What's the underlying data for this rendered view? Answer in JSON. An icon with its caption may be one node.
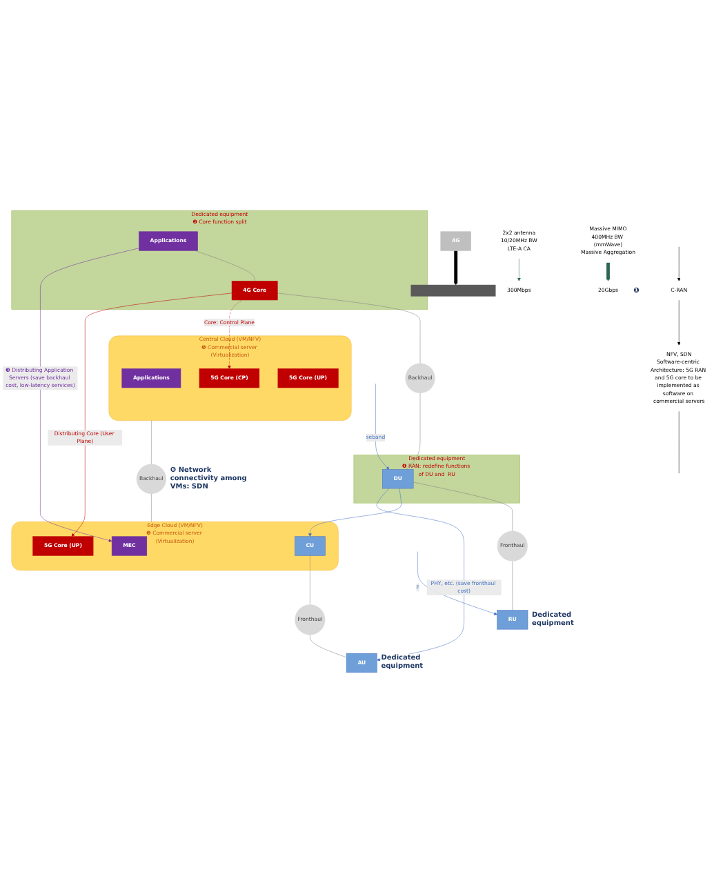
{
  "diagram": {
    "nodes": [
      {
        "text": [
          "4G"
        ]
      },
      {
        "text": [],
        "shape": "bar"
      },
      {
        "text": [
          "C-RAN"
        ]
      },
      {
        "text": [
          "NFV, SDN",
          "Software-centric Architecture: 5G RAN and 5G core to be implemented as software on commercial servers"
        ]
      },
      {
        "text": [],
        "shape": "box",
        "beside": [
          "Dedicated equipment",
          "❷ Core function split"
        ]
      },
      {
        "text": [
          "Applications"
        ],
        "in": 4
      },
      {
        "text": [
          "4G Core"
        ],
        "in": 4
      },
      {
        "text": [
          "Backhaul"
        ]
      },
      {
        "text": [],
        "shape": "box",
        "beside": [
          "Dedicated equipment",
          "❹ RAN: redefine functions of DU and  RU"
        ]
      },
      {
        "text": [
          "DU"
        ],
        "in": 8
      },
      {
        "text": [
          "Fronthaul"
        ]
      },
      {
        "text": [
          "RU"
        ],
        "beside": [
          "Dedicated equipment"
        ]
      },
      {
        "text": [
          "Central Cloud (VM/NFV)"
        ],
        "beside": [
          "❺ Commercial server (Virtualization)"
        ]
      },
      {
        "text": [
          "Applications"
        ],
        "in": 12
      },
      {
        "text": [
          "5G Core (CP)"
        ],
        "in": 12
      },
      {
        "text": [
          "5G Core (UP)"
        ],
        "in": 12
      },
      {
        "text": [
          "Backhaul"
        ],
        "beside": [
          "❻ Network connectivity among VMs: SDN"
        ]
      },
      {
        "text": [
          "Edge Cloud (VM/NFV)"
        ],
        "beside": [
          "❺ Commercial server (Virtualization)"
        ]
      },
      {
        "text": [
          "MEC"
        ],
        "in": 17
      },
      {
        "text": [
          "5G Core (UP)"
        ],
        "in": 17
      },
      {
        "text": [
          "CU"
        ],
        "in": 17
      },
      {
        "text": [
          "Fronthaul"
        ]
      },
      {
        "text": [
          "AU"
        ],
        "beside": [
          "Dedicated equipment"
        ]
      },
      {
        "text": [
          "2x2 antenna",
          "10/20MHz BW",
          "LTE-A CA"
        ]
      },
      {
        "text": [
          "300Mbps"
        ]
      },
      {
        "text": [
          "Massive MIMO",
          "400MHz BW (mmWave)",
          "Massive Aggregation"
        ]
      },
      {
        "text": [
          "20Gbps"
        ],
        "beside": [
          "❶"
        ]
      }
    ],
    "edges": [
      {
        "from": null,
        "to": 2,
        "arrow": "to",
        "color": "#000000"
      },
      {
        "from": 2,
        "to": 3,
        "arrow": "to",
        "color": "#000000"
      },
      {
        "from": 3,
        "to": null,
        "arrow": "none",
        "color": "#000000"
      },
      {
        "from": 0,
        "to": 1,
        "arrow": "to",
        "style": "thick",
        "color": "#000000"
      },
      {
        "from": 5,
        "to": 6,
        "arrow": "none"
      },
      {
        "from": 6,
        "to": 7,
        "arrow": "none"
      },
      {
        "from": 7,
        "to": 9,
        "arrow": "none"
      },
      {
        "from": 9,
        "to": 10,
        "arrow": "none"
      },
      {
        "from": 10,
        "to": 11,
        "arrow": "none"
      },
      {
        "from": 6,
        "to": 14,
        "arrow": "to",
        "style": "dashed",
        "color": "#c00000",
        "label": "Core: Control Plane"
      },
      {
        "from": 6,
        "to": 19,
        "arrow": "to",
        "color": "#c00000",
        "label": "Distributing Core (User Plane)"
      },
      {
        "from": 5,
        "to": 18,
        "arrow": "to",
        "color": "#7030a0",
        "label": "❸ Distributing Application Servers (save backhaul cost, low-latency services)"
      },
      {
        "from": null,
        "to": 9,
        "arrow": "to",
        "color": "#4472c4",
        "label": "seband"
      },
      {
        "from": 9,
        "to": 20,
        "arrow": "to",
        "color": "#4472c4"
      },
      {
        "from": 9,
        "to": 22,
        "arrow": "to",
        "color": "#4472c4",
        "label": "PHY, etc. (save fronthaul cost)"
      },
      {
        "from": null,
        "to": 11,
        "arrow": "to",
        "color": "#4472c4",
        "label": "F"
      },
      {
        "from": 12,
        "to": 16,
        "arrow": "none"
      },
      {
        "from": 16,
        "to": 17,
        "arrow": "none"
      },
      {
        "from": 20,
        "to": 21,
        "arrow": "none"
      },
      {
        "from": 21,
        "to": 22,
        "arrow": "none"
      },
      {
        "from": 23,
        "to": 24,
        "arrow": "to",
        "color": "#2e6655"
      },
      {
        "from": 25,
        "to": 26,
        "arrow": "to",
        "style": "thick",
        "color": "#2e6655"
      }
    ]
  }
}
